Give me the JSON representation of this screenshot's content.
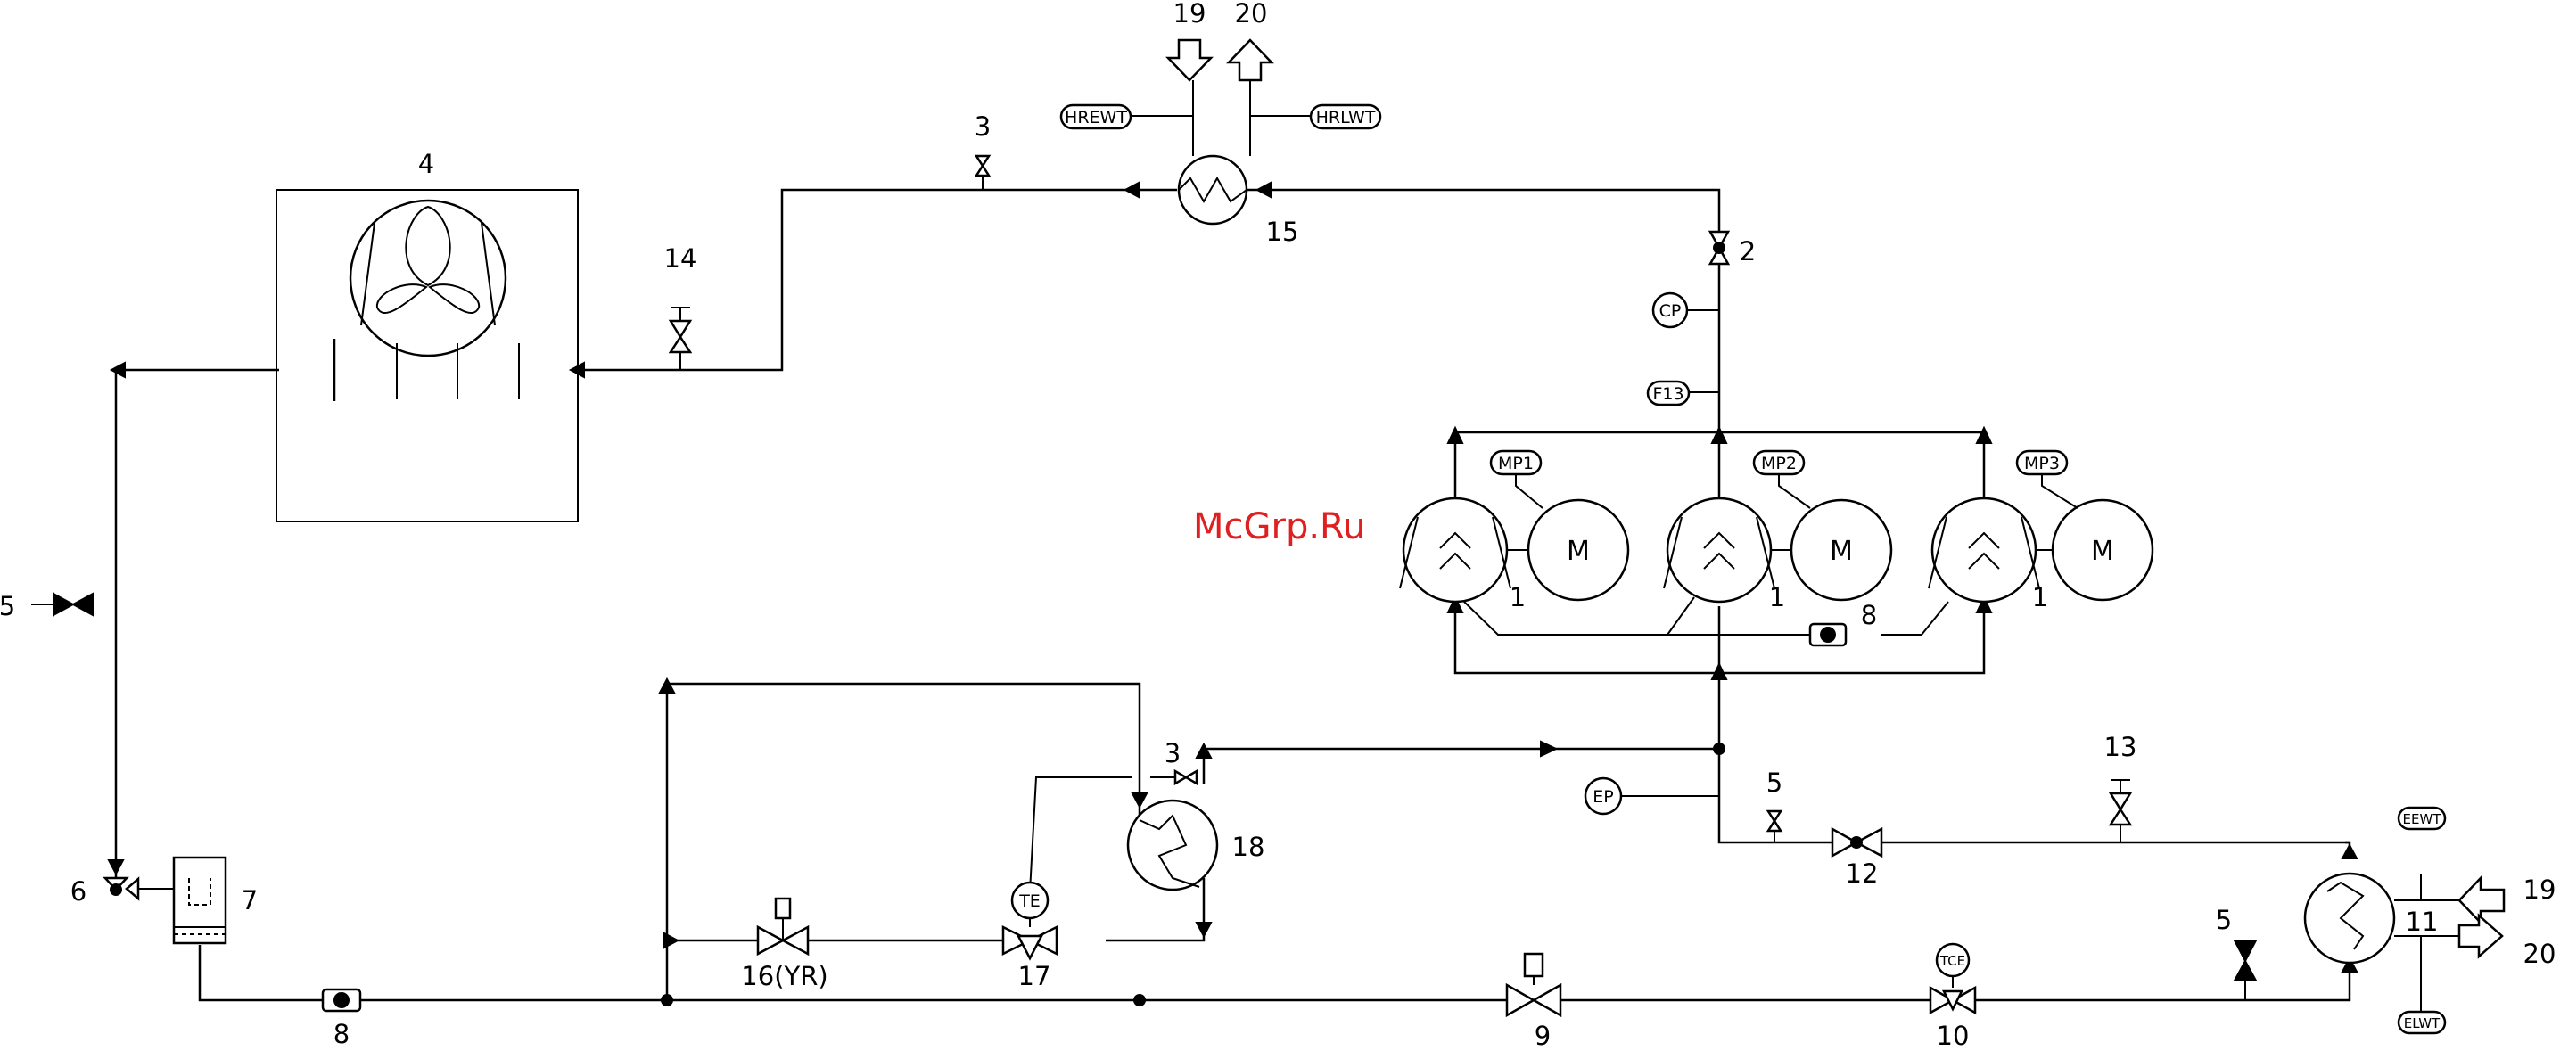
{
  "watermark": "McGrp.Ru",
  "components": {
    "compressor_number": "1",
    "motor_symbol": "M",
    "discharge_valve": "2",
    "service_valve": "3",
    "condenser": "4",
    "check_valve": "5",
    "valve_6": "6",
    "receiver": "7",
    "filter_drier": "8",
    "solenoid_valve": "9",
    "expansion_valve": "10",
    "evaporator": "11",
    "valve_12": "12",
    "valve_13": "13",
    "valve_14": "14",
    "heat_recovery_exchanger": "15",
    "solenoid_valve_16": "16(YR)",
    "valve_17": "17",
    "economizer": "18",
    "water_inlet": "19",
    "water_outlet": "20"
  },
  "sensors": {
    "hrewt": "HREWT",
    "hrlwt": "HRLWT",
    "cp": "CP",
    "f13": "F13",
    "mp1": "MP1",
    "mp2": "MP2",
    "mp3": "MP3",
    "ep": "EP",
    "te": "TE",
    "tce": "TCE",
    "eewt": "EEWT",
    "elwt": "ELWT"
  }
}
